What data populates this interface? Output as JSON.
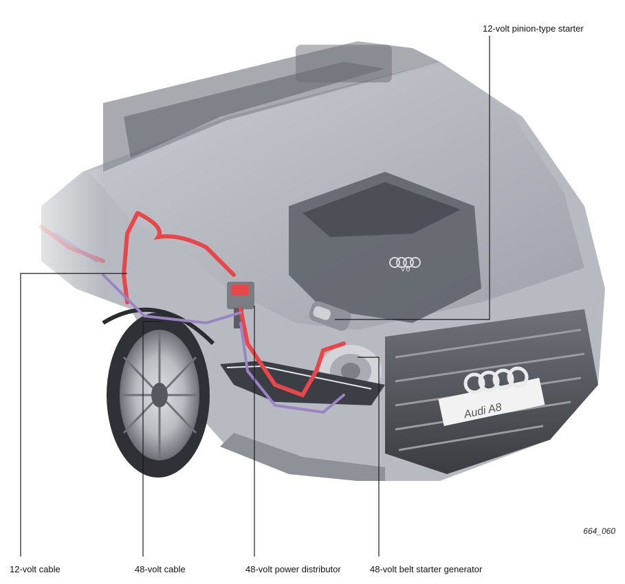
{
  "figure_id": "664_060",
  "labels": {
    "pinion_starter": "12-volt pinion-type starter",
    "cable_12v": "12-volt cable",
    "cable_48v": "48-volt cable",
    "power_distributor": "48-volt power distributor",
    "belt_starter_generator": "48-volt belt starter generator"
  },
  "car": {
    "badge_text": "Audi A8",
    "engine_text": "V6"
  },
  "colors": {
    "cable_12v": "#e8474a",
    "cable_48v": "#9a84c4",
    "body": "#aeb1b8",
    "leader": "#1a1a1a"
  }
}
